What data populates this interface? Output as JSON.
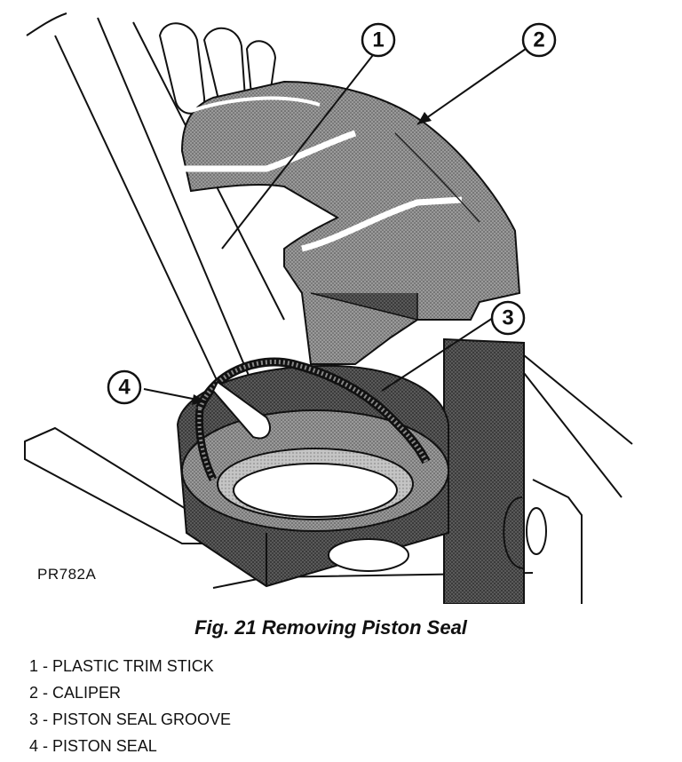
{
  "figure": {
    "code": "PR782A",
    "caption": "Fig. 21 Removing Piston Seal",
    "callouts": [
      {
        "number": "1"
      },
      {
        "number": "2"
      },
      {
        "number": "3"
      },
      {
        "number": "4"
      }
    ],
    "legend": [
      {
        "number": "1",
        "text": "1 - PLASTIC TRIM STICK"
      },
      {
        "number": "2",
        "text": "2 - CALIPER"
      },
      {
        "number": "3",
        "text": "3 - PISTON SEAL GROOVE"
      },
      {
        "number": "4",
        "text": "4 - PISTON SEAL"
      }
    ]
  }
}
